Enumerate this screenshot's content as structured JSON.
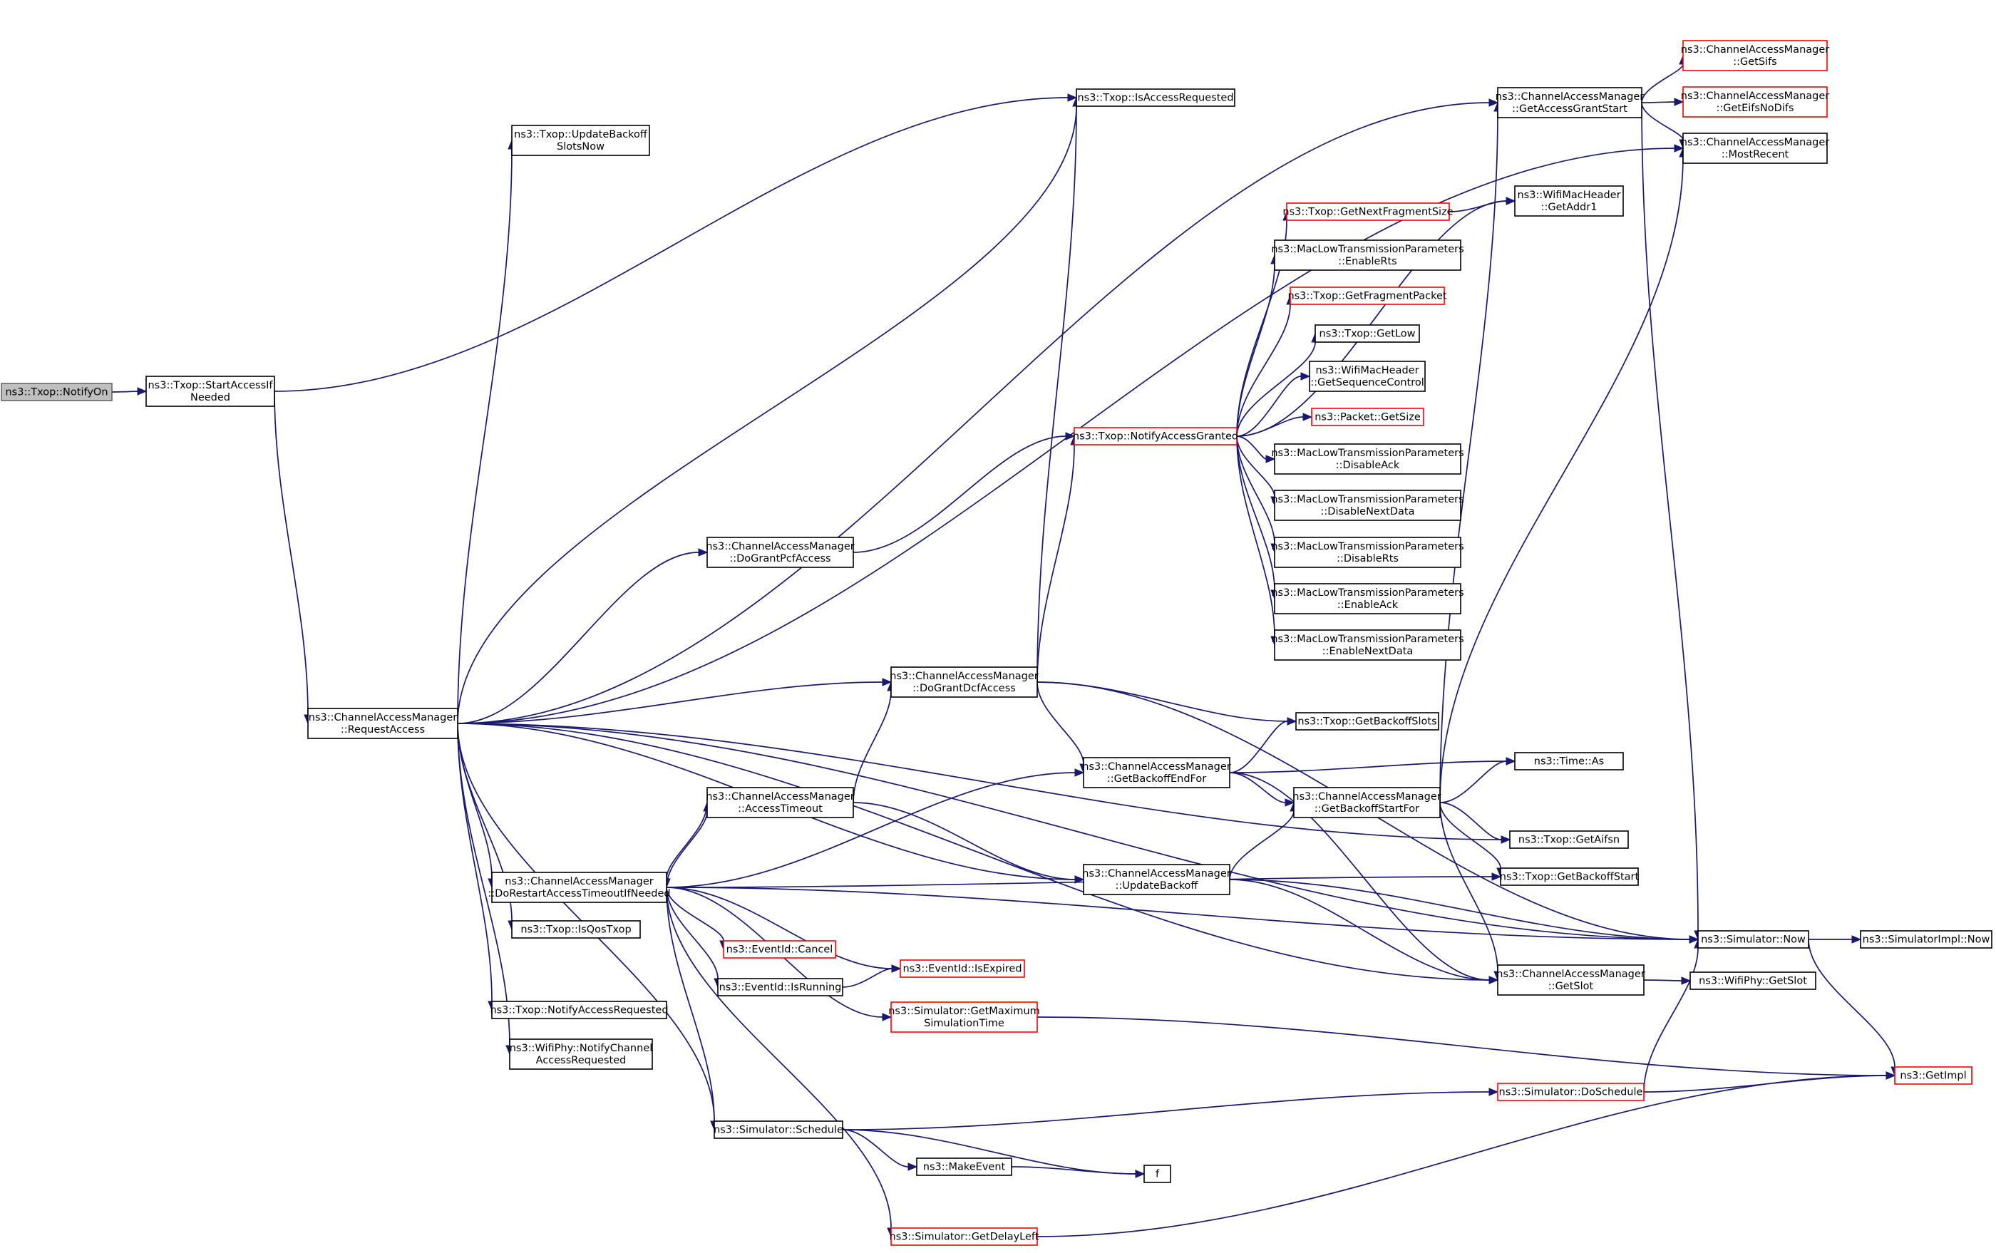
{
  "diagram": {
    "nodes": [
      {
        "id": "notifyon",
        "lines": [
          "ns3::Txop::NotifyOn"
        ],
        "style": "current"
      },
      {
        "id": "startaccess",
        "lines": [
          "ns3::Txop::StartAccessIf",
          "Needed"
        ],
        "style": "normal"
      },
      {
        "id": "requestaccess",
        "lines": [
          "ns3::ChannelAccessManager",
          "::RequestAccess"
        ],
        "style": "normal"
      },
      {
        "id": "isaccessrequested",
        "lines": [
          "ns3::Txop::IsAccessRequested"
        ],
        "style": "normal"
      },
      {
        "id": "updatebackoffslots",
        "lines": [
          "ns3::Txop::UpdateBackoff",
          "SlotsNow"
        ],
        "style": "normal"
      },
      {
        "id": "getaccessgrantstart",
        "lines": [
          "ns3::ChannelAccessManager",
          "::GetAccessGrantStart"
        ],
        "style": "normal"
      },
      {
        "id": "getsifs",
        "lines": [
          "ns3::ChannelAccessManager",
          "::GetSifs"
        ],
        "style": "red"
      },
      {
        "id": "geteifsnodifs",
        "lines": [
          "ns3::ChannelAccessManager",
          "::GetEifsNoDifs"
        ],
        "style": "red"
      },
      {
        "id": "mostrecent",
        "lines": [
          "ns3::ChannelAccessManager",
          "::MostRecent"
        ],
        "style": "normal"
      },
      {
        "id": "getaddr1",
        "lines": [
          "ns3::WifiMacHeader",
          "::GetAddr1"
        ],
        "style": "normal"
      },
      {
        "id": "getnextfragmentsize",
        "lines": [
          "ns3::Txop::GetNextFragmentSize"
        ],
        "style": "red"
      },
      {
        "id": "enablerts",
        "lines": [
          "ns3::MacLowTransmissionParameters",
          "::EnableRts"
        ],
        "style": "normal"
      },
      {
        "id": "getfragmentpacket",
        "lines": [
          "ns3::Txop::GetFragmentPacket"
        ],
        "style": "red"
      },
      {
        "id": "getlow",
        "lines": [
          "ns3::Txop::GetLow"
        ],
        "style": "normal"
      },
      {
        "id": "getsequencecontrol",
        "lines": [
          "ns3::WifiMacHeader",
          "::GetSequenceControl"
        ],
        "style": "normal"
      },
      {
        "id": "notifyaccessgranted",
        "lines": [
          "ns3::Txop::NotifyAccessGranted"
        ],
        "style": "red"
      },
      {
        "id": "packetgetsize",
        "lines": [
          "ns3::Packet::GetSize"
        ],
        "style": "red"
      },
      {
        "id": "disableack",
        "lines": [
          "ns3::MacLowTransmissionParameters",
          "::DisableAck"
        ],
        "style": "normal"
      },
      {
        "id": "disablenextdata",
        "lines": [
          "ns3::MacLowTransmissionParameters",
          "::DisableNextData"
        ],
        "style": "normal"
      },
      {
        "id": "disablerts",
        "lines": [
          "ns3::MacLowTransmissionParameters",
          "::DisableRts"
        ],
        "style": "normal"
      },
      {
        "id": "enableack",
        "lines": [
          "ns3::MacLowTransmissionParameters",
          "::EnableAck"
        ],
        "style": "normal"
      },
      {
        "id": "enablenextdata",
        "lines": [
          "ns3::MacLowTransmissionParameters",
          "::EnableNextData"
        ],
        "style": "normal"
      },
      {
        "id": "dograntpcfaccess",
        "lines": [
          "ns3::ChannelAccessManager",
          "::DoGrantPcfAccess"
        ],
        "style": "normal"
      },
      {
        "id": "dograntdcfaccess",
        "lines": [
          "ns3::ChannelAccessManager",
          "::DoGrantDcfAccess"
        ],
        "style": "normal"
      },
      {
        "id": "getbackoffslots",
        "lines": [
          "ns3::Txop::GetBackoffSlots"
        ],
        "style": "normal"
      },
      {
        "id": "getbackoffendfor",
        "lines": [
          "ns3::ChannelAccessManager",
          "::GetBackoffEndFor"
        ],
        "style": "normal"
      },
      {
        "id": "timeas",
        "lines": [
          "ns3::Time::As"
        ],
        "style": "normal"
      },
      {
        "id": "getbackoffstartfor",
        "lines": [
          "ns3::ChannelAccessManager",
          "::GetBackoffStartFor"
        ],
        "style": "normal"
      },
      {
        "id": "accesstimeout",
        "lines": [
          "ns3::ChannelAccessManager",
          "::AccessTimeout"
        ],
        "style": "normal"
      },
      {
        "id": "getaifsn",
        "lines": [
          "ns3::Txop::GetAifsn"
        ],
        "style": "normal"
      },
      {
        "id": "dorestartaccess",
        "lines": [
          "ns3::ChannelAccessManager",
          "::DoRestartAccessTimeoutIfNeeded"
        ],
        "style": "normal"
      },
      {
        "id": "updatebackoff",
        "lines": [
          "ns3::ChannelAccessManager",
          "::UpdateBackoff"
        ],
        "style": "normal"
      },
      {
        "id": "getbackoffstart",
        "lines": [
          "ns3::Txop::GetBackoffStart"
        ],
        "style": "normal"
      },
      {
        "id": "isqostxop",
        "lines": [
          "ns3::Txop::IsQosTxop"
        ],
        "style": "normal"
      },
      {
        "id": "simnow",
        "lines": [
          "ns3::Simulator::Now"
        ],
        "style": "normal"
      },
      {
        "id": "simimplnow",
        "lines": [
          "ns3::SimulatorImpl::Now"
        ],
        "style": "normal"
      },
      {
        "id": "eventcancel",
        "lines": [
          "ns3::EventId::Cancel"
        ],
        "style": "red"
      },
      {
        "id": "eventisexpired",
        "lines": [
          "ns3::EventId::IsExpired"
        ],
        "style": "red"
      },
      {
        "id": "eventisrunning",
        "lines": [
          "ns3::EventId::IsRunning"
        ],
        "style": "normal"
      },
      {
        "id": "camgetslot",
        "lines": [
          "ns3::ChannelAccessManager",
          "::GetSlot"
        ],
        "style": "normal"
      },
      {
        "id": "wifiphygetslot",
        "lines": [
          "ns3::WifiPhy::GetSlot"
        ],
        "style": "normal"
      },
      {
        "id": "notifyaccessrequested",
        "lines": [
          "ns3::Txop::NotifyAccessRequested"
        ],
        "style": "normal"
      },
      {
        "id": "getmaxsimtime",
        "lines": [
          "ns3::Simulator::GetMaximum",
          "SimulationTime"
        ],
        "style": "red"
      },
      {
        "id": "notifychannelaccess",
        "lines": [
          "ns3::WifiPhy::NotifyChannel",
          "AccessRequested"
        ],
        "style": "normal"
      },
      {
        "id": "getimpl",
        "lines": [
          "ns3::GetImpl"
        ],
        "style": "red"
      },
      {
        "id": "doschedule",
        "lines": [
          "ns3::Simulator::DoSchedule"
        ],
        "style": "red"
      },
      {
        "id": "schedule",
        "lines": [
          "ns3::Simulator::Schedule"
        ],
        "style": "normal"
      },
      {
        "id": "makeevent",
        "lines": [
          "ns3::MakeEvent"
        ],
        "style": "normal"
      },
      {
        "id": "f",
        "lines": [
          "f"
        ],
        "style": "normal"
      },
      {
        "id": "getdelayleft",
        "lines": [
          "ns3::Simulator::GetDelayLeft"
        ],
        "style": "red"
      }
    ],
    "edges": [
      [
        "notifyon",
        "startaccess"
      ],
      [
        "startaccess",
        "isaccessrequested"
      ],
      [
        "startaccess",
        "requestaccess"
      ],
      [
        "requestaccess",
        "isaccessrequested"
      ],
      [
        "requestaccess",
        "updatebackoffslots"
      ],
      [
        "requestaccess",
        "getaccessgrantstart"
      ],
      [
        "requestaccess",
        "mostrecent"
      ],
      [
        "requestaccess",
        "dograntpcfaccess"
      ],
      [
        "requestaccess",
        "dograntdcfaccess"
      ],
      [
        "requestaccess",
        "getaifsn"
      ],
      [
        "requestaccess",
        "updatebackoff"
      ],
      [
        "requestaccess",
        "dorestartaccess"
      ],
      [
        "requestaccess",
        "isqostxop"
      ],
      [
        "requestaccess",
        "notifyaccessrequested"
      ],
      [
        "requestaccess",
        "notifychannelaccess"
      ],
      [
        "requestaccess",
        "camgetslot"
      ],
      [
        "requestaccess",
        "schedule"
      ],
      [
        "requestaccess",
        "simnow"
      ],
      [
        "getaccessgrantstart",
        "getsifs"
      ],
      [
        "getaccessgrantstart",
        "geteifsnodifs"
      ],
      [
        "getaccessgrantstart",
        "mostrecent"
      ],
      [
        "getaccessgrantstart",
        "simnow"
      ],
      [
        "notifyaccessgranted",
        "getaddr1"
      ],
      [
        "notifyaccessgranted",
        "getnextfragmentsize"
      ],
      [
        "notifyaccessgranted",
        "enablerts"
      ],
      [
        "notifyaccessgranted",
        "getfragmentpacket"
      ],
      [
        "notifyaccessgranted",
        "getlow"
      ],
      [
        "notifyaccessgranted",
        "getsequencecontrol"
      ],
      [
        "notifyaccessgranted",
        "packetgetsize"
      ],
      [
        "notifyaccessgranted",
        "disableack"
      ],
      [
        "notifyaccessgranted",
        "disablenextdata"
      ],
      [
        "notifyaccessgranted",
        "disablerts"
      ],
      [
        "notifyaccessgranted",
        "enableack"
      ],
      [
        "notifyaccessgranted",
        "enablenextdata"
      ],
      [
        "getnextfragmentsize",
        "getaddr1"
      ],
      [
        "dograntpcfaccess",
        "notifyaccessgranted"
      ],
      [
        "dograntdcfaccess",
        "notifyaccessgranted"
      ],
      [
        "dograntdcfaccess",
        "isaccessrequested"
      ],
      [
        "dograntdcfaccess",
        "getbackoffslots"
      ],
      [
        "dograntdcfaccess",
        "getbackoffendfor"
      ],
      [
        "dograntdcfaccess",
        "simnow"
      ],
      [
        "getbackoffendfor",
        "getbackoffslots"
      ],
      [
        "getbackoffendfor",
        "timeas"
      ],
      [
        "getbackoffendfor",
        "getbackoffstartfor"
      ],
      [
        "getbackoffendfor",
        "camgetslot"
      ],
      [
        "getbackoffstartfor",
        "getaccessgrantstart"
      ],
      [
        "getbackoffstartfor",
        "mostrecent"
      ],
      [
        "getbackoffstartfor",
        "timeas"
      ],
      [
        "getbackoffstartfor",
        "getaifsn"
      ],
      [
        "getbackoffstartfor",
        "getbackoffstart"
      ],
      [
        "getbackoffstartfor",
        "camgetslot"
      ],
      [
        "accesstimeout",
        "dograntdcfaccess"
      ],
      [
        "accesstimeout",
        "dorestartaccess"
      ],
      [
        "accesstimeout",
        "updatebackoff"
      ],
      [
        "dorestartaccess",
        "accesstimeout"
      ],
      [
        "dorestartaccess",
        "getbackoffendfor"
      ],
      [
        "dorestartaccess",
        "eventcancel"
      ],
      [
        "dorestartaccess",
        "eventisexpired"
      ],
      [
        "dorestartaccess",
        "eventisrunning"
      ],
      [
        "dorestartaccess",
        "getmaxsimtime"
      ],
      [
        "dorestartaccess",
        "schedule"
      ],
      [
        "dorestartaccess",
        "getdelayleft"
      ],
      [
        "dorestartaccess",
        "simnow"
      ],
      [
        "dorestartaccess",
        "getbackoffstart"
      ],
      [
        "updatebackoff",
        "getbackoffstartfor"
      ],
      [
        "updatebackoff",
        "simnow"
      ],
      [
        "updatebackoff",
        "camgetslot"
      ],
      [
        "eventisrunning",
        "eventisexpired"
      ],
      [
        "camgetslot",
        "wifiphygetslot"
      ],
      [
        "simnow",
        "simimplnow"
      ],
      [
        "simnow",
        "getimpl"
      ],
      [
        "getmaxsimtime",
        "getimpl"
      ],
      [
        "doschedule",
        "getimpl"
      ],
      [
        "doschedule",
        "simnow"
      ],
      [
        "schedule",
        "doschedule"
      ],
      [
        "schedule",
        "makeevent"
      ],
      [
        "schedule",
        "f"
      ],
      [
        "makeevent",
        "f"
      ],
      [
        "getdelayleft",
        "getimpl"
      ]
    ]
  }
}
